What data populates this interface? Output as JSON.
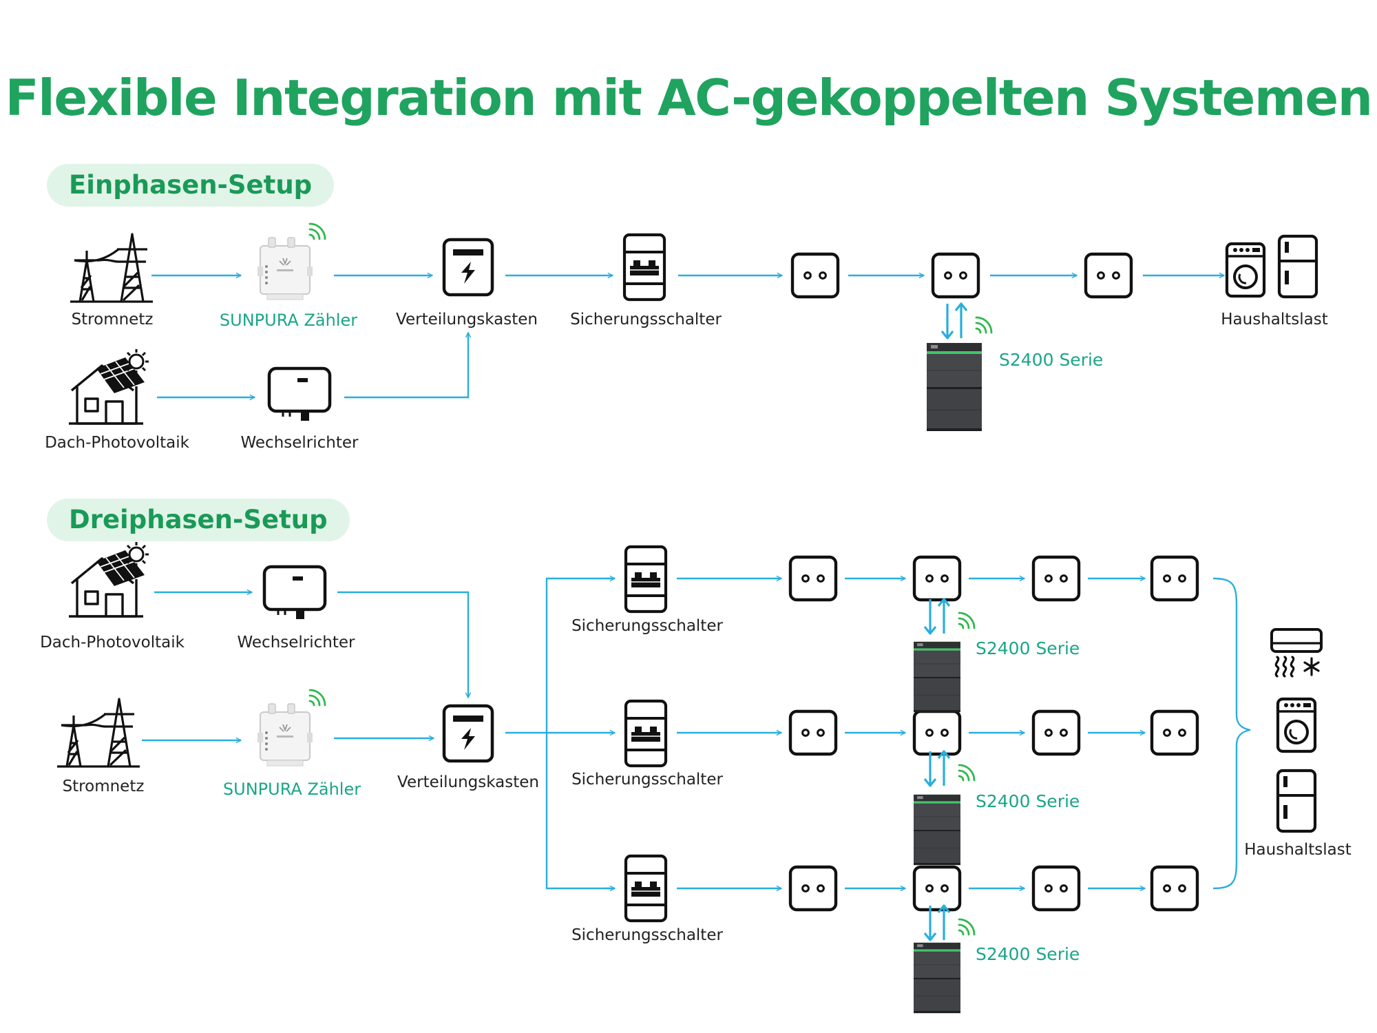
{
  "title": "Flexible Integration mit AC-gekoppelten Systemen",
  "colors": {
    "title_green": "#1fa35f",
    "pill_bg": "#e1f4e8",
    "flow_line": "#29aede",
    "label_teal": "#1aa589",
    "icon_dark": "#111111",
    "battery_dark": "#3c3e41",
    "battery_green_strip": "#43c46c"
  },
  "single_phase": {
    "heading": "Einphasen-Setup",
    "labels": {
      "grid": "Stromnetz",
      "meter": "SUNPURA Zähler",
      "distribution_box": "Verteilungskasten",
      "circuit_breaker": "Sicherungsschalter",
      "household_load": "Haushaltslast",
      "pv": "Dach-Photovoltaik",
      "inverter": "Wechselrichter",
      "battery": "S2400 Serie"
    }
  },
  "three_phase": {
    "heading": "Dreiphasen-Setup",
    "labels": {
      "pv": "Dach-Photovoltaik",
      "inverter": "Wechselrichter",
      "grid": "Stromnetz",
      "meter": "SUNPURA Zähler",
      "distribution_box": "Verteilungskasten",
      "circuit_breakers": [
        "Sicherungsschalter",
        "Sicherungsschalter",
        "Sicherungsschalter"
      ],
      "batteries": [
        "S2400 Serie",
        "S2400 Serie",
        "S2400 Serie"
      ],
      "household_load": "Haushaltslast"
    }
  }
}
